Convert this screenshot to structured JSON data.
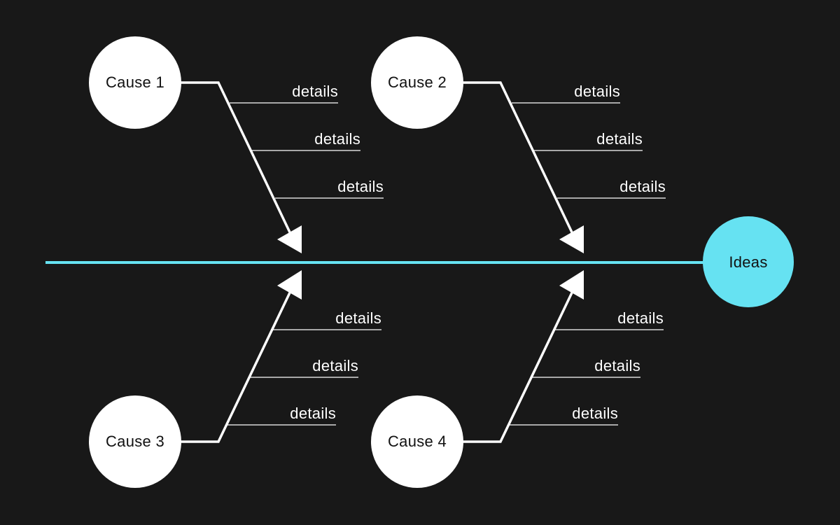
{
  "diagram": {
    "effect": {
      "label": "Ideas",
      "color": "#66e2f2"
    },
    "spine_color": "#66e2f2",
    "background": "#181818",
    "branch_color": "#ffffff",
    "causes": [
      {
        "label": "Cause 1",
        "details": [
          "details",
          "details",
          "details"
        ]
      },
      {
        "label": "Cause 2",
        "details": [
          "details",
          "details",
          "details"
        ]
      },
      {
        "label": "Cause 3",
        "details": [
          "details",
          "details",
          "details"
        ]
      },
      {
        "label": "Cause 4",
        "details": [
          "details",
          "details",
          "details"
        ]
      }
    ]
  }
}
